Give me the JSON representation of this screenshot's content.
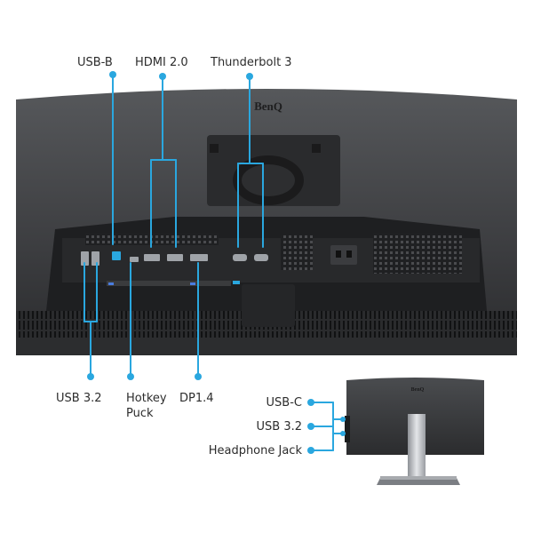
{
  "brand": {
    "logo_text": "BenQ"
  },
  "callouts": {
    "usb_b": "USB-B",
    "hdmi": "HDMI 2.0",
    "thunderbolt": "Thunderbolt 3",
    "usb_32_rear": "USB 3.2",
    "hotkey_puck_line1": "Hotkey",
    "hotkey_puck_line2": "Puck",
    "dp": "DP1.4",
    "usb_c_side": "USB-C",
    "usb_32_side": "USB 3.2",
    "headphone_jack": "Headphone Jack"
  },
  "colors": {
    "callout_line": "#2aa7df",
    "monitor_body": "#3a3b3d",
    "monitor_dark": "#1c1c1d",
    "stand_silver": "#bfc2c6",
    "label_text": "#2c2c2c"
  },
  "icons": {
    "callout_dot": "circle-dot-icon",
    "port": "port-icon"
  }
}
